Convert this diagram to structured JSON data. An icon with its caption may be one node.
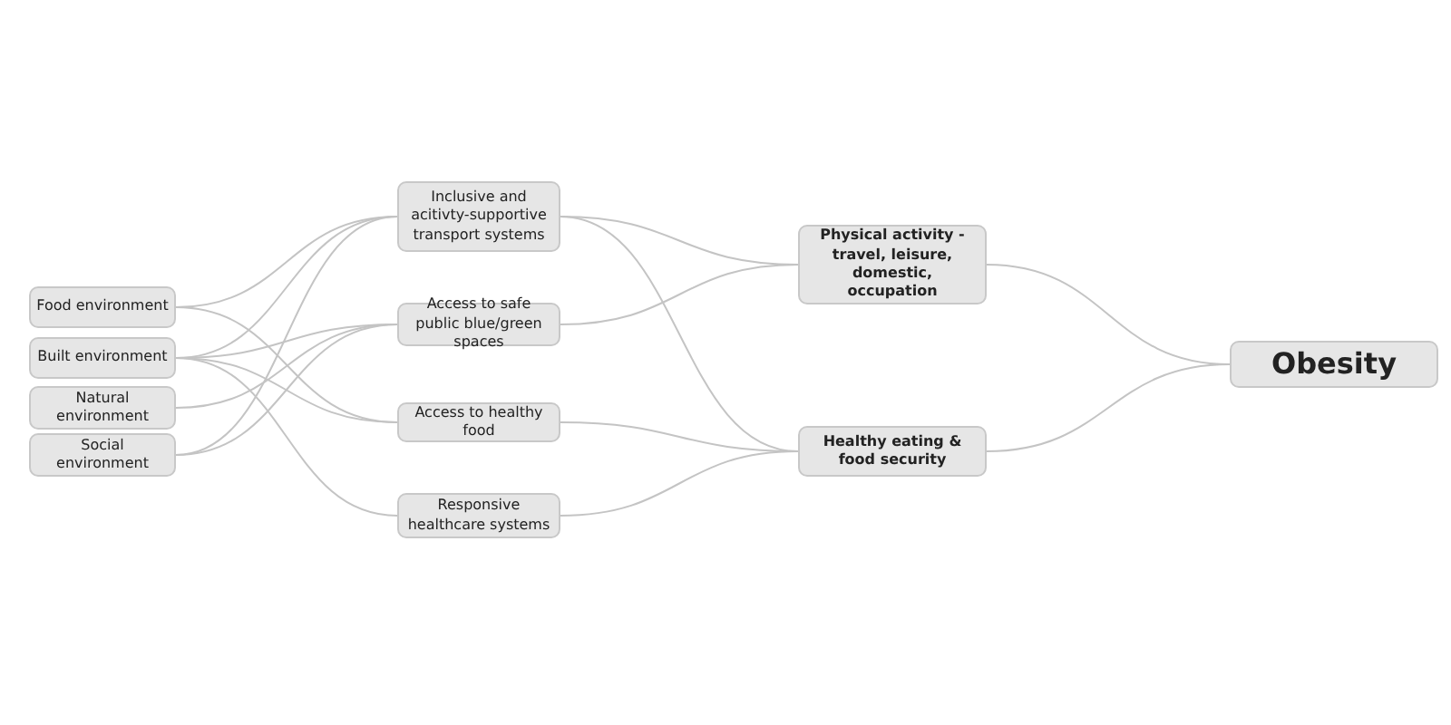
{
  "diagram": {
    "nodes": [
      {
        "text": [
          "Food environment"
        ]
      },
      {
        "text": [
          "Built environment"
        ]
      },
      {
        "text": [
          "Natural environment"
        ]
      },
      {
        "text": [
          "Social environment"
        ]
      },
      {
        "text": [
          "Inclusive and acitivty-supportive transport systems"
        ]
      },
      {
        "text": [
          "Access to safe public blue/green spaces"
        ]
      },
      {
        "text": [
          "Access to healthy food"
        ]
      },
      {
        "text": [
          "Responsive healthcare systems"
        ]
      },
      {
        "text": [
          "Physical activity -travel, leisure, domestic, occupation"
        ]
      },
      {
        "text": [
          "Healthy eating & food security"
        ]
      },
      {
        "text": [
          "Obesity"
        ]
      }
    ],
    "edges": [
      {
        "from": 0,
        "to": 4,
        "arrow": "none"
      },
      {
        "from": 0,
        "to": 6,
        "arrow": "none"
      },
      {
        "from": 1,
        "to": 4,
        "arrow": "none"
      },
      {
        "from": 1,
        "to": 5,
        "arrow": "none"
      },
      {
        "from": 1,
        "to": 6,
        "arrow": "none"
      },
      {
        "from": 1,
        "to": 7,
        "arrow": "none"
      },
      {
        "from": 2,
        "to": 5,
        "arrow": "none"
      },
      {
        "from": 3,
        "to": 4,
        "arrow": "none"
      },
      {
        "from": 3,
        "to": 5,
        "arrow": "none"
      },
      {
        "from": 4,
        "to": 8,
        "arrow": "none"
      },
      {
        "from": 4,
        "to": 9,
        "arrow": "none"
      },
      {
        "from": 5,
        "to": 8,
        "arrow": "none"
      },
      {
        "from": 6,
        "to": 9,
        "arrow": "none"
      },
      {
        "from": 7,
        "to": 9,
        "arrow": "none"
      },
      {
        "from": 8,
        "to": 10,
        "arrow": "none"
      },
      {
        "from": 9,
        "to": 10,
        "arrow": "none"
      }
    ]
  }
}
